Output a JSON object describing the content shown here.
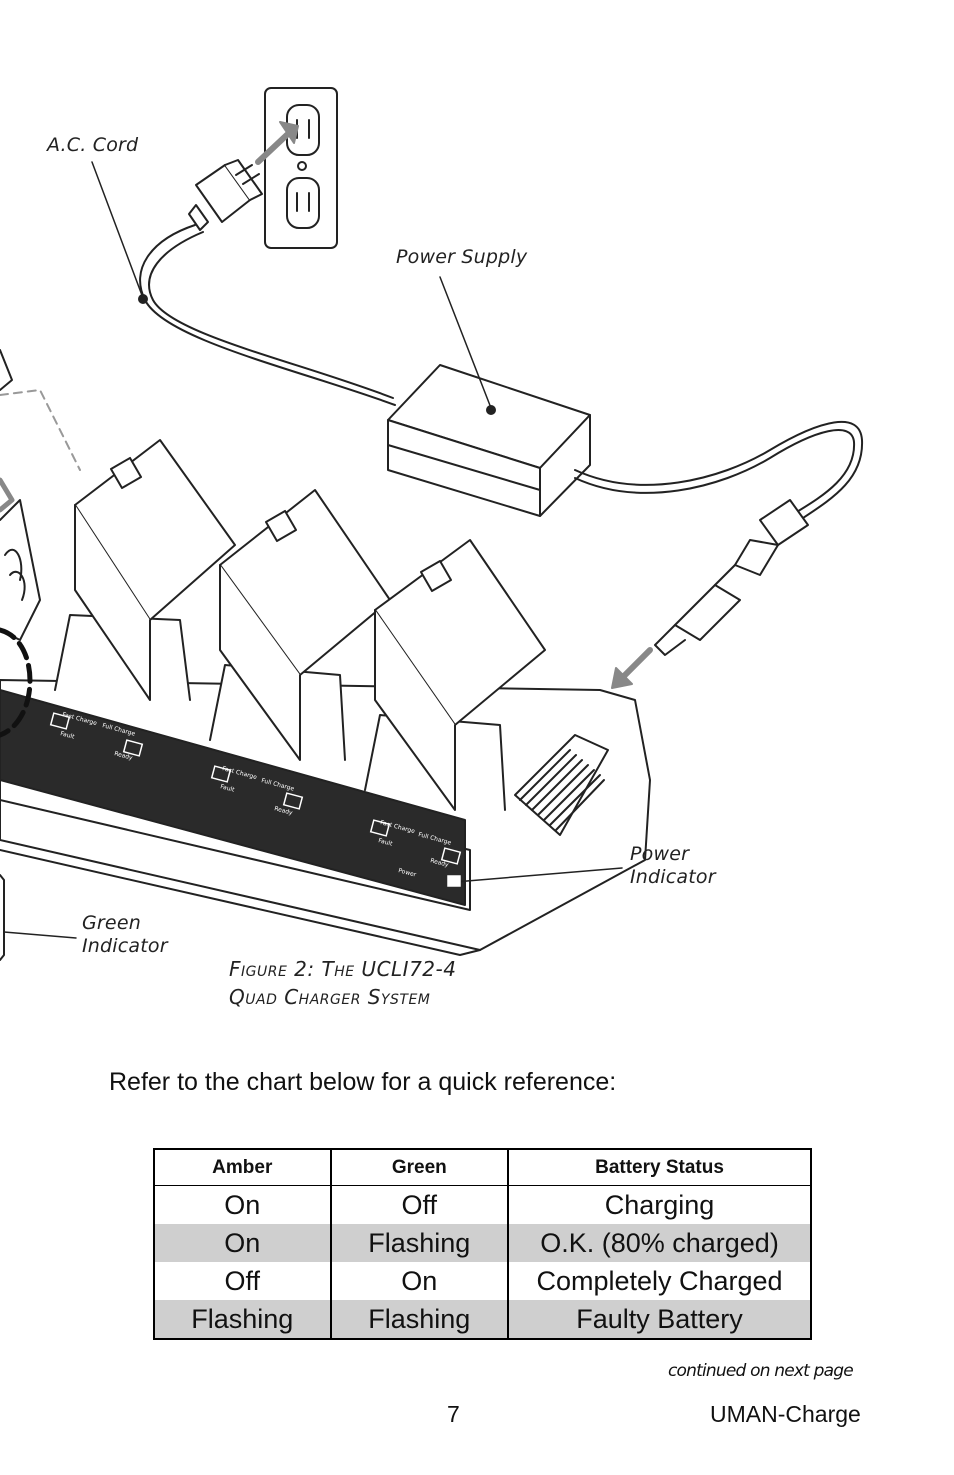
{
  "figure": {
    "callouts": {
      "ac_cord": "A.C. Cord",
      "power_supply": "Power Supply",
      "power_indicator_line1": "Power",
      "power_indicator_line2": "Indicator",
      "green_indicator_line1": "Green",
      "green_indicator_line2": "Indicator"
    },
    "caption_line1": "Figure 2: The UCLI72-4",
    "caption_line2": "Quad Charger System",
    "panel_labels": {
      "fast_charge": "Fast Charge",
      "full_charge": "Full Charge",
      "fault": "Fault",
      "ready": "Ready",
      "power": "Power"
    }
  },
  "intro_text": "Refer to the chart below for a quick reference:",
  "table": {
    "headers": [
      "Amber",
      "Green",
      "Battery Status"
    ],
    "rows": [
      [
        "On",
        "Off",
        "Charging"
      ],
      [
        "On",
        "Flashing",
        "O.K. (80% charged)"
      ],
      [
        "Off",
        "On",
        "Completely Charged"
      ],
      [
        "Flashing",
        "Flashing",
        "Faulty Battery"
      ]
    ]
  },
  "footer": {
    "continued": "continued on next page",
    "page_number": "7",
    "doc_id": "UMAN-Charge"
  }
}
